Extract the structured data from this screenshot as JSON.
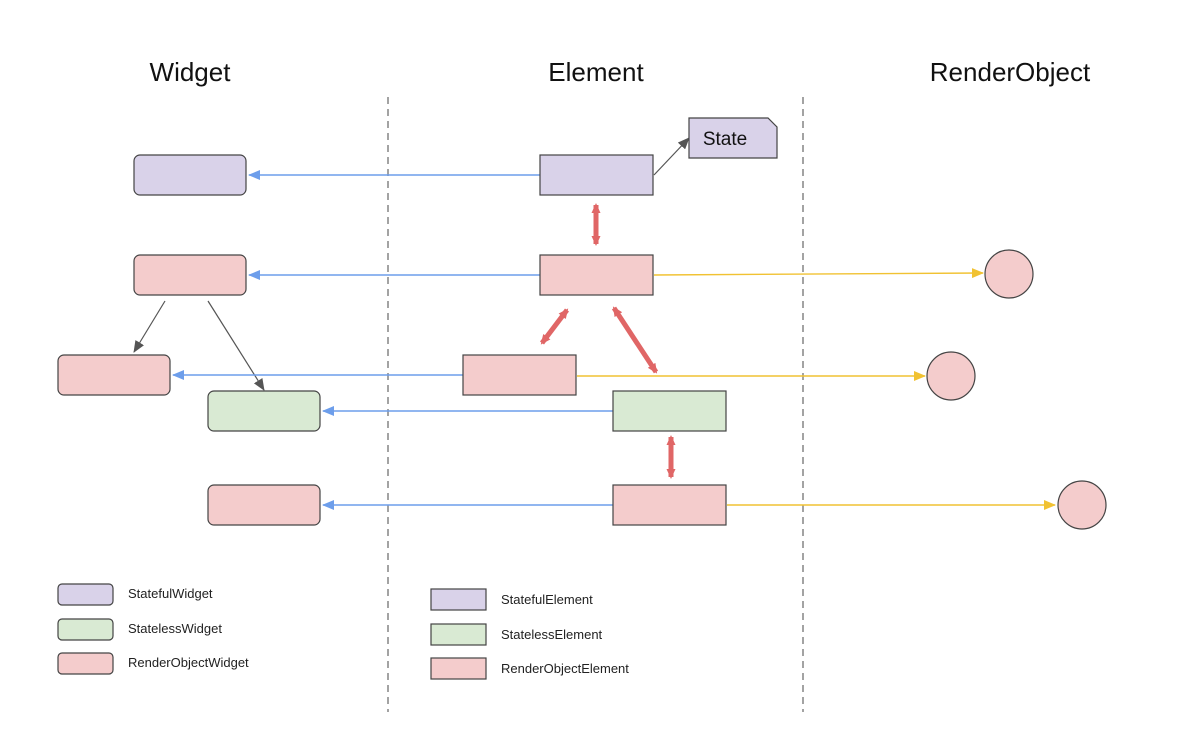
{
  "columns": {
    "widget": "Widget",
    "element": "Element",
    "render_object": "RenderObject"
  },
  "state_label": "State",
  "legend": {
    "stateful_widget": "StatefulWidget",
    "stateless_widget": "StatelessWidget",
    "render_object_widget": "RenderObjectWidget",
    "stateful_element": "StatefulElement",
    "stateless_element": "StatelessElement",
    "render_object_element": "RenderObjectElement"
  },
  "colors": {
    "stateful": "#d9d2e9",
    "stateless": "#d9ead3",
    "render_object": "#f4cccc",
    "widget_link": "#6d9eeb",
    "render_link": "#f1c232",
    "element_relation": "#e06666",
    "child_link": "#555555"
  }
}
